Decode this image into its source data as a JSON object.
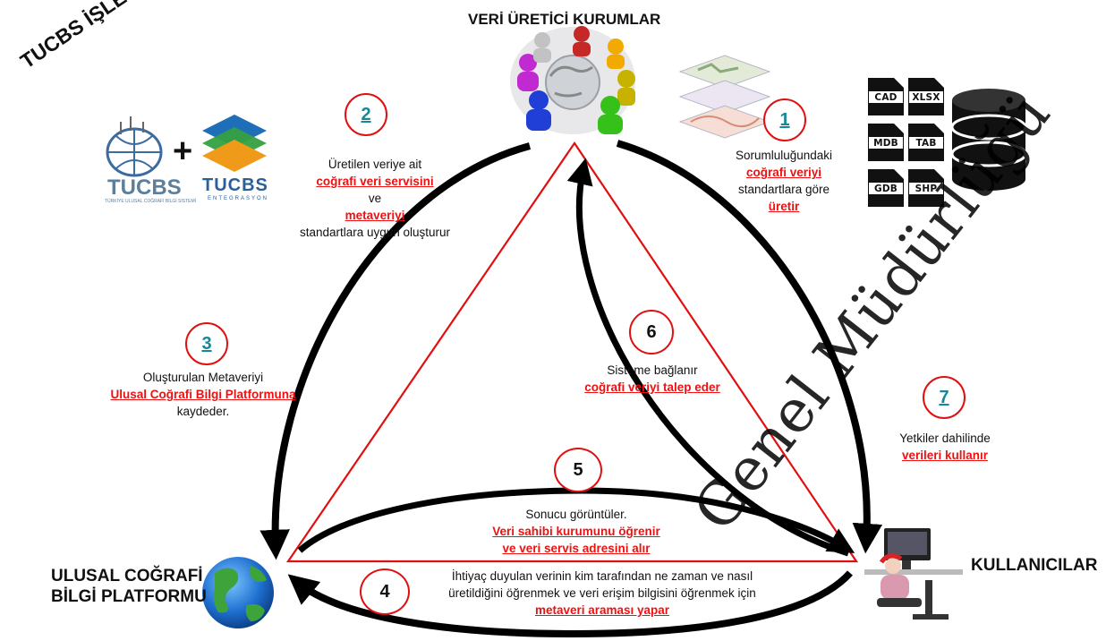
{
  "title": "TUCBS İŞLEYİŞİ",
  "nodes": {
    "producers": "VERİ ÜRETİCİ KURUMLAR",
    "users": "KULLANICILAR",
    "platform_line1": "ULUSAL COĞRAFİ",
    "platform_line2": "BİLGİ PLATFORMU"
  },
  "logos": {
    "tucbs": "TUCBS",
    "tucbs_sub": "TÜRKİYE ULUSAL COĞRAFİ BİLGİ SİSTEMİ",
    "plus": "+",
    "tucbs2": "TUCBS",
    "tucbs2_sub": "ENTEGRASYON"
  },
  "file_formats": [
    "CAD",
    "XLSX",
    "MDB",
    "TAB",
    "GDB",
    "SHP"
  ],
  "steps": {
    "s1": {
      "num": "1",
      "l1": "Sorumluluğundaki",
      "l2": "coğrafi veriyi",
      "l3": "standartlara göre",
      "l4": "üretir"
    },
    "s2": {
      "num": "2",
      "l1": "Üretilen veriye ait",
      "l2": "coğrafi veri servisini",
      "l3": "ve",
      "l4": "metaveriyi",
      "l5": "standartlara uygun oluşturur"
    },
    "s3": {
      "num": "3",
      "l1": "Oluşturulan Metaveriyi",
      "l2": "Ulusal Coğrafi Bilgi Platformuna",
      "l3": "kaydeder."
    },
    "s4": {
      "num": "4",
      "l1": "İhtiyaç duyulan verinin kim tarafından ne zaman ve nasıl",
      "l2": "üretildiğini öğrenmek ve veri erişim bilgisini öğrenmek  için",
      "l3": "metaveri araması yapar"
    },
    "s5": {
      "num": "5",
      "l1": "Sonucu görüntüler.",
      "l2": "Veri sahibi kurumunu öğrenir",
      "l3": "ve veri servis adresini alır"
    },
    "s6": {
      "num": "6",
      "l1": "Sisteme bağlanır",
      "l2": "coğrafi veriyi talep eder"
    },
    "s7": {
      "num": "7",
      "l1": "Yetkiler dahilinde",
      "l2": "verileri kullanır"
    }
  },
  "watermark": "Genel Müdürlüğü",
  "colors": {
    "accent": "#e01010",
    "teal": "#148a96",
    "arrow": "#000000"
  }
}
